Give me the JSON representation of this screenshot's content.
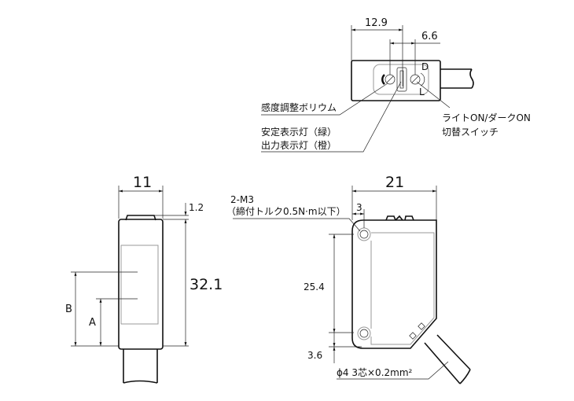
{
  "top_view": {
    "dim_width": "12.9",
    "dim_offset": "6.6",
    "switch_marks": {
      "dark": "D",
      "light": "L"
    },
    "label_sensitivity": "感度調整ボリウム",
    "label_stability_led": "安定表示灯（緑）",
    "label_output_led": "出力表示灯（橙）",
    "label_mode_switch_1": "ライトON/ダークON",
    "label_mode_switch_2": "切替スイッチ"
  },
  "side_view": {
    "dim_width": "11",
    "dim_top": "1.2",
    "dim_height": "32.1",
    "dim_b": "B",
    "dim_a": "A"
  },
  "front_view": {
    "dim_width": "21",
    "dim_hole_offset": "3",
    "dim_hole_pitch": "25.4",
    "dim_bottom": "3.6",
    "screw_label": "2-M3",
    "torque_label": "（締付トルク0.5N·m以下）",
    "cable_label": "ϕ4 3芯×0.2mm²"
  }
}
